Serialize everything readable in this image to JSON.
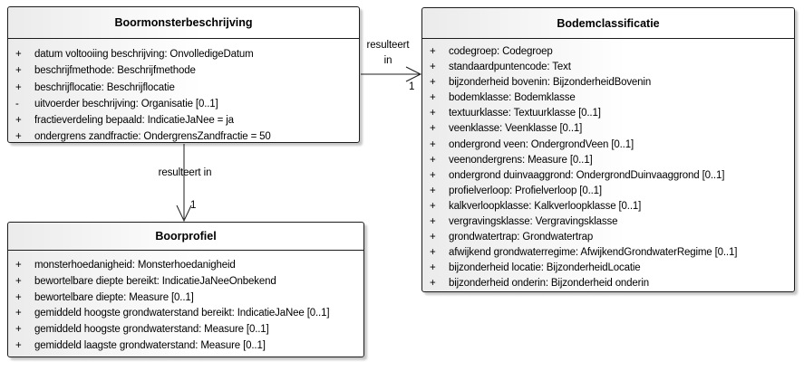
{
  "classes": [
    {
      "name": "Boormonsterbeschrijving",
      "attributes": [
        {
          "vis": "+",
          "text": "datum voltooiing beschrijving: OnvolledigeDatum"
        },
        {
          "vis": "+",
          "text": "beschrijfmethode: Beschrijfmethode"
        },
        {
          "vis": "+",
          "text": "beschrijflocatie: Beschrijflocatie"
        },
        {
          "vis": "-",
          "text": "uitvoerder beschrijving: Organisatie [0..1]"
        },
        {
          "vis": "+",
          "text": "fractieverdeling bepaald: IndicatieJaNee = ja"
        },
        {
          "vis": "+",
          "text": "ondergrens zandfractie: OndergrensZandfractie = 50"
        }
      ]
    },
    {
      "name": "Bodemclassificatie",
      "attributes": [
        {
          "vis": "+",
          "text": "codegroep: Codegroep"
        },
        {
          "vis": "+",
          "text": "standaardpuntencode: Text"
        },
        {
          "vis": "+",
          "text": "bijzonderheid bovenin: BijzonderheidBovenin"
        },
        {
          "vis": "+",
          "text": "bodemklasse: Bodemklasse"
        },
        {
          "vis": "+",
          "text": "textuurklasse: Textuurklasse [0..1]"
        },
        {
          "vis": "+",
          "text": "veenklasse: Veenklasse [0..1]"
        },
        {
          "vis": "+",
          "text": "ondergrond veen: OndergrondVeen [0..1]"
        },
        {
          "vis": "+",
          "text": "veenondergrens: Measure [0..1]"
        },
        {
          "vis": "+",
          "text": "ondergrond duinvaaggrond: OndergrondDuinvaaggrond [0..1]"
        },
        {
          "vis": "+",
          "text": "profielverloop: Profielverloop [0..1]"
        },
        {
          "vis": "+",
          "text": "kalkverloopklasse: Kalkverloopklasse [0..1]"
        },
        {
          "vis": "+",
          "text": "vergravingsklasse: Vergravingsklasse"
        },
        {
          "vis": "+",
          "text": "grondwatertrap: Grondwatertrap"
        },
        {
          "vis": "+",
          "text": "afwijkend grondwaterregime: AfwijkendGrondwaterRegime [0..1]"
        },
        {
          "vis": "+",
          "text": "bijzonderheid locatie: BijzonderheidLocatie"
        },
        {
          "vis": "+",
          "text": "bijzonderheid onderin: Bijzonderheid onderin"
        }
      ]
    },
    {
      "name": "Boorprofiel",
      "attributes": [
        {
          "vis": "+",
          "text": "monsterhoedanigheid: Monsterhoedanigheid"
        },
        {
          "vis": "+",
          "text": "bewortelbare diepte bereikt: IndicatieJaNeeOnbekend"
        },
        {
          "vis": "+",
          "text": "bewortelbare diepte: Measure [0..1]"
        },
        {
          "vis": "+",
          "text": "gemiddeld hoogste grondwaterstand bereikt: IndicatieJaNee [0..1]"
        },
        {
          "vis": "+",
          "text": "gemiddeld hoogste grondwaterstand: Measure [0..1]"
        },
        {
          "vis": "+",
          "text": "gemiddeld laagste grondwaterstand: Measure [0..1]"
        }
      ]
    }
  ],
  "associations": [
    {
      "name_line1": "resulteert",
      "name_line2": "in",
      "target_multiplicity": "1"
    },
    {
      "name": "resulteert in",
      "target_multiplicity": "1"
    }
  ],
  "colors": {
    "border": "#1c1c1c",
    "fill_left": "#ebebeb",
    "fill_right": "#ffffff",
    "text": "#000000"
  }
}
